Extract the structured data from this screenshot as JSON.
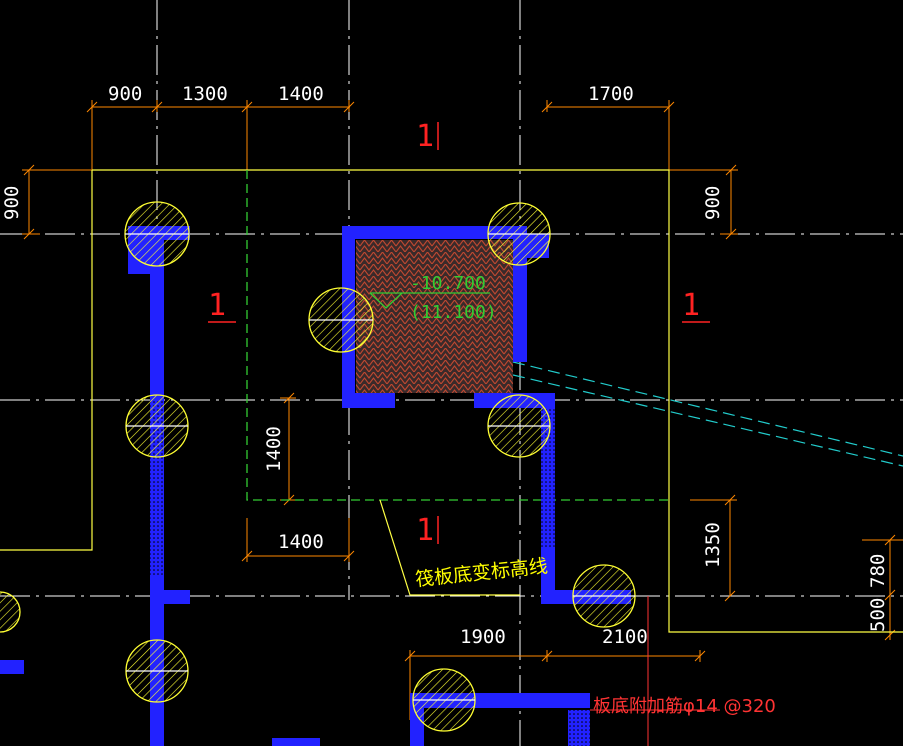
{
  "drawing": {
    "colors": {
      "background": "#000000",
      "axis": "#ffffff",
      "slab_edge": "#ffff44",
      "dimension": "#ff8800",
      "wall": "#2222ff",
      "pile": "#ffff33",
      "grade_change": "#33cc33",
      "hatch": "#c04830",
      "section": "#ff2222",
      "cyan": "#22cccc"
    },
    "dimensions": {
      "top_900": "900",
      "top_1300": "1300",
      "top_1400": "1400",
      "top_1700": "1700",
      "left_900": "900",
      "right_900": "900",
      "mid_1400_v": "1400",
      "mid_1400_h": "1400",
      "right_1350": "1350",
      "bottom_1900": "1900",
      "bottom_2100": "2100",
      "edge_500": "500",
      "edge_780": "780"
    },
    "section_marks": {
      "top": "1",
      "bottom": "1",
      "left": "1",
      "right": "1"
    },
    "pit": {
      "elevation": "-10.700",
      "elevation_alt": "(11.100)"
    },
    "annotations": {
      "grade_line": "筏板底变标高线",
      "rebar_note": "板底附加筋φ14 @320"
    }
  }
}
